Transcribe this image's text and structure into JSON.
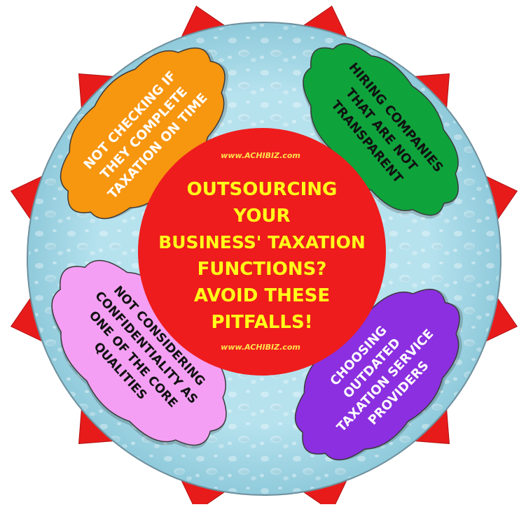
{
  "center": {
    "watermark_top": "www.ACHIBIZ.com",
    "watermark_bottom": "www.ACHIBIZ.com",
    "title_lines": [
      "OUTSOURCING",
      "YOUR",
      "BUSINESS' TAXATION",
      "FUNCTIONS?",
      "AVOID THESE",
      "PITFALLS!"
    ]
  },
  "pitfalls": [
    {
      "position": "top-left",
      "color": "#f7960f",
      "text_color": "#ffffff",
      "lines": [
        "NOT CHECKING IF",
        "THEY COMPLETE",
        "TAXATION ON TIME"
      ]
    },
    {
      "position": "top-right",
      "color": "#0fa33c",
      "text_color": "#111111",
      "lines": [
        "HIRING COMPANIES",
        "THAT ARE NOT",
        "TRANSPARENT"
      ]
    },
    {
      "position": "bottom-left",
      "color": "#f49ff4",
      "text_color": "#111111",
      "lines": [
        "NOT CONSIDERING",
        "CONFIDENTIALITY AS",
        "ONE OF THE CORE",
        "QUALITIES"
      ]
    },
    {
      "position": "bottom-right",
      "color": "#8b2fe0",
      "text_color": "#ffffff",
      "lines": [
        "CHOOSING",
        "OUTDATED",
        "TAXATION SERVICE",
        "PROVIDERS"
      ]
    }
  ],
  "colors": {
    "spikes": "#e81b1b",
    "ring": "#a9dbe9",
    "ring_border": "#6f8f9c",
    "center": "#ee1c1c",
    "center_text": "#ffff1a",
    "watermark": "#ffe14d"
  }
}
